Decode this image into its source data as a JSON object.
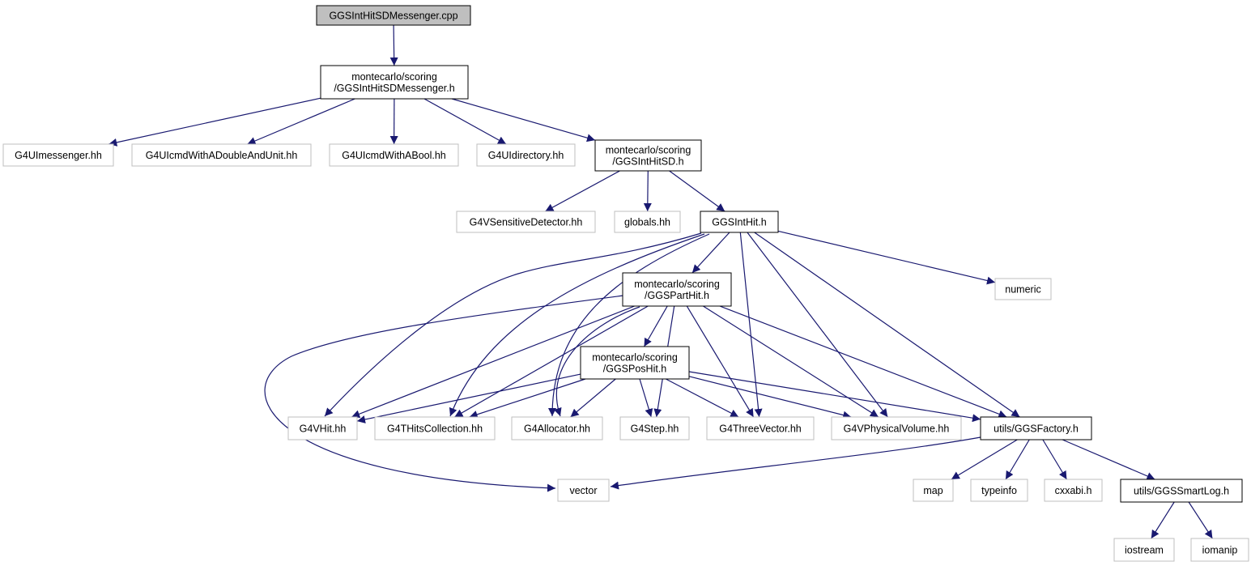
{
  "colors": {
    "edge": "#191970",
    "root_fill": "#bfbfbf",
    "local_border": "#000000",
    "external_border": "#bfbfbf",
    "background": "#ffffff"
  },
  "nodes": {
    "root": {
      "lines": [
        "GGSIntHitSDMessenger.cpp"
      ],
      "kind": "root"
    },
    "messenger_h": {
      "lines": [
        "montecarlo/scoring",
        "/GGSIntHitSDMessenger.h"
      ],
      "kind": "local"
    },
    "g4uimessenger": {
      "lines": [
        "G4UImessenger.hh"
      ],
      "kind": "external"
    },
    "g4uicmd_double": {
      "lines": [
        "G4UIcmdWithADoubleAndUnit.hh"
      ],
      "kind": "external"
    },
    "g4uicmd_bool": {
      "lines": [
        "G4UIcmdWithABool.hh"
      ],
      "kind": "external"
    },
    "g4uidirectory": {
      "lines": [
        "G4UIdirectory.hh"
      ],
      "kind": "external"
    },
    "inthitsd_h": {
      "lines": [
        "montecarlo/scoring",
        "/GGSIntHitSD.h"
      ],
      "kind": "local"
    },
    "g4vsensitive": {
      "lines": [
        "G4VSensitiveDetector.hh"
      ],
      "kind": "external"
    },
    "globals": {
      "lines": [
        "globals.hh"
      ],
      "kind": "external"
    },
    "inthit_h": {
      "lines": [
        "GGSIntHit.h"
      ],
      "kind": "local"
    },
    "numeric": {
      "lines": [
        "numeric"
      ],
      "kind": "external"
    },
    "parthit_h": {
      "lines": [
        "montecarlo/scoring",
        "/GGSPartHit.h"
      ],
      "kind": "local"
    },
    "poshit_h": {
      "lines": [
        "montecarlo/scoring",
        "/GGSPosHit.h"
      ],
      "kind": "local"
    },
    "g4vhit": {
      "lines": [
        "G4VHit.hh"
      ],
      "kind": "external"
    },
    "g4thits": {
      "lines": [
        "G4THitsCollection.hh"
      ],
      "kind": "external"
    },
    "g4allocator": {
      "lines": [
        "G4Allocator.hh"
      ],
      "kind": "external"
    },
    "g4step": {
      "lines": [
        "G4Step.hh"
      ],
      "kind": "external"
    },
    "g4threevector": {
      "lines": [
        "G4ThreeVector.hh"
      ],
      "kind": "external"
    },
    "g4vphysical": {
      "lines": [
        "G4VPhysicalVolume.hh"
      ],
      "kind": "external"
    },
    "factory_h": {
      "lines": [
        "utils/GGSFactory.h"
      ],
      "kind": "local"
    },
    "vector": {
      "lines": [
        "vector"
      ],
      "kind": "external"
    },
    "map": {
      "lines": [
        "map"
      ],
      "kind": "external"
    },
    "typeinfo": {
      "lines": [
        "typeinfo"
      ],
      "kind": "external"
    },
    "cxxabi": {
      "lines": [
        "cxxabi.h"
      ],
      "kind": "external"
    },
    "smartlog_h": {
      "lines": [
        "utils/GGSSmartLog.h"
      ],
      "kind": "local"
    },
    "iostream": {
      "lines": [
        "iostream"
      ],
      "kind": "external"
    },
    "iomanip": {
      "lines": [
        "iomanip"
      ],
      "kind": "external"
    }
  },
  "edges": [
    [
      "root",
      "messenger_h"
    ],
    [
      "messenger_h",
      "g4uimessenger"
    ],
    [
      "messenger_h",
      "g4uicmd_double"
    ],
    [
      "messenger_h",
      "g4uicmd_bool"
    ],
    [
      "messenger_h",
      "g4uidirectory"
    ],
    [
      "messenger_h",
      "inthitsd_h"
    ],
    [
      "inthitsd_h",
      "g4vsensitive"
    ],
    [
      "inthitsd_h",
      "globals"
    ],
    [
      "inthitsd_h",
      "inthit_h"
    ],
    [
      "inthit_h",
      "parthit_h"
    ],
    [
      "inthit_h",
      "numeric"
    ],
    [
      "inthit_h",
      "g4vhit"
    ],
    [
      "inthit_h",
      "g4thits"
    ],
    [
      "inthit_h",
      "g4allocator"
    ],
    [
      "inthit_h",
      "g4threevector"
    ],
    [
      "inthit_h",
      "g4vphysical"
    ],
    [
      "inthit_h",
      "factory_h"
    ],
    [
      "parthit_h",
      "poshit_h"
    ],
    [
      "parthit_h",
      "g4vhit"
    ],
    [
      "parthit_h",
      "g4thits"
    ],
    [
      "parthit_h",
      "g4allocator"
    ],
    [
      "parthit_h",
      "g4step"
    ],
    [
      "parthit_h",
      "g4threevector"
    ],
    [
      "parthit_h",
      "g4vphysical"
    ],
    [
      "parthit_h",
      "factory_h"
    ],
    [
      "parthit_h",
      "vector"
    ],
    [
      "poshit_h",
      "g4vhit"
    ],
    [
      "poshit_h",
      "g4thits"
    ],
    [
      "poshit_h",
      "g4allocator"
    ],
    [
      "poshit_h",
      "g4step"
    ],
    [
      "poshit_h",
      "g4threevector"
    ],
    [
      "poshit_h",
      "g4vphysical"
    ],
    [
      "poshit_h",
      "factory_h"
    ],
    [
      "factory_h",
      "vector"
    ],
    [
      "factory_h",
      "map"
    ],
    [
      "factory_h",
      "typeinfo"
    ],
    [
      "factory_h",
      "cxxabi"
    ],
    [
      "factory_h",
      "smartlog_h"
    ],
    [
      "smartlog_h",
      "iostream"
    ],
    [
      "smartlog_h",
      "iomanip"
    ]
  ]
}
